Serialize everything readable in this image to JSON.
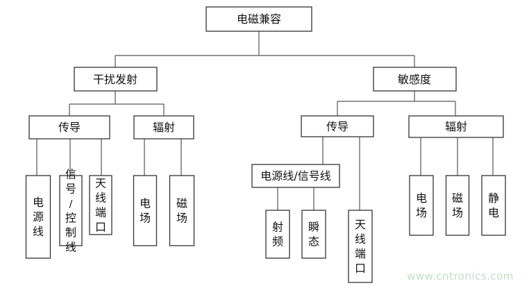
{
  "nodes": {
    "root": "电磁兼容",
    "emission": "干扰发射",
    "susceptibility": "敏感度",
    "em_conducted": "传导",
    "em_radiated": "辐射",
    "em_c_power": "电源线",
    "em_c_signal": "信号/控制线",
    "em_c_antenna": "天线端口",
    "em_r_electric": "电场",
    "em_r_magnetic": "磁场",
    "su_conducted": "传导",
    "su_radiated": "辐射",
    "su_c_powersignal": "电源线/信号线",
    "su_c_antenna": "天线端口",
    "su_ps_rf": "射频",
    "su_ps_transient": "瞬态",
    "su_r_electric": "电场",
    "su_r_magnetic": "磁场",
    "su_r_static": "静电"
  },
  "watermark": "www.cntronics.com"
}
